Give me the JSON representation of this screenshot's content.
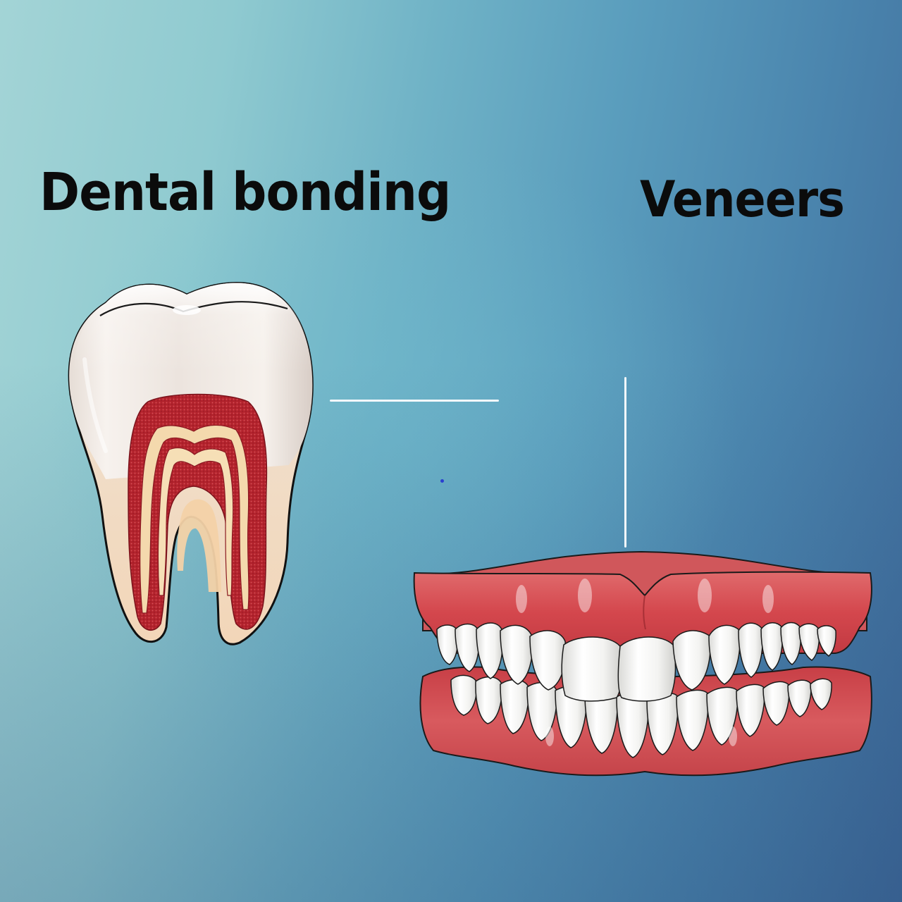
{
  "labels": {
    "left": "Dental bonding",
    "right": "Veneers"
  },
  "illustrations": {
    "left": "molar-tooth-cross-section",
    "right": "full-dentition-teeth-and-gums"
  },
  "colors": {
    "background_light": "#a3d4d6",
    "background_mid": "#5a9dbd",
    "background_dark": "#3f6b9a",
    "label_text": "#0b0b0b",
    "connector_line": "#f4f8fb",
    "enamel": "#f3ece6",
    "dentin": "#f4d9b0",
    "pulp": "#b8232b",
    "gum": "#d9555a",
    "tooth_white": "#f7f7f5",
    "marker_dot": "#2a3fd0"
  }
}
